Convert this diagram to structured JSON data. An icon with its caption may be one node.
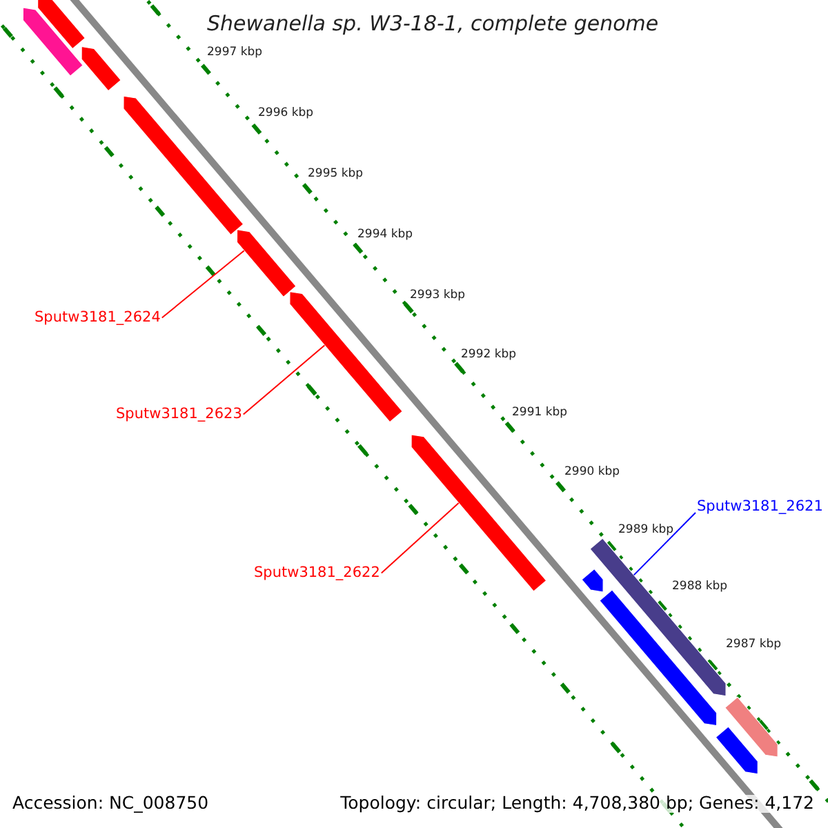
{
  "diagram": {
    "title": "Shewanella sp. W3-18-1, complete genome",
    "nodes": [
      {
        "text": [
          "Sputw3181_2624"
        ]
      },
      {
        "text": [
          "Sputw3181_2623"
        ]
      },
      {
        "text": [
          "Sputw3181_2621"
        ]
      },
      {
        "text": [
          "Sputw3181_2622"
        ]
      },
      {
        "text": [],
        "shape": "arrow"
      },
      {
        "text": [],
        "shape": "arrow"
      },
      {
        "text": [],
        "shape": "arrow"
      },
      {
        "text": [],
        "shape": "arrow"
      },
      {
        "text": [],
        "shape": "arrow"
      },
      {
        "text": [],
        "shape": "arrow"
      },
      {
        "text": [],
        "shape": "arrow"
      },
      {
        "text": [],
        "shape": "arrow"
      },
      {
        "text": [],
        "shape": "arrow"
      },
      {
        "text": [],
        "shape": "arrow"
      },
      {
        "text": [],
        "shape": "arrow"
      },
      {
        "text": [],
        "shape": "arrow"
      }
    ],
    "edges": [
      {
        "from": 0,
        "to": 8,
        "arrow": "none"
      },
      {
        "from": 1,
        "to": 9,
        "arrow": "none"
      },
      {
        "from": 3,
        "to": 10,
        "arrow": "none"
      },
      {
        "from": 2,
        "to": 11,
        "arrow": "none",
        "color": "#0000ff"
      }
    ],
    "labels": [
      "2997 kbp",
      "2996 kbp",
      "2995 kbp",
      "2994 kbp",
      "2993 kbp",
      "2992 kbp",
      "2991 kbp",
      "2990 kbp",
      "2989 kbp",
      "2988 kbp",
      "2987 kbp",
      "Accession: NC_008750",
      "Topology: circular; Length: 4,708,380 bp; Genes: 4,172"
    ]
  }
}
